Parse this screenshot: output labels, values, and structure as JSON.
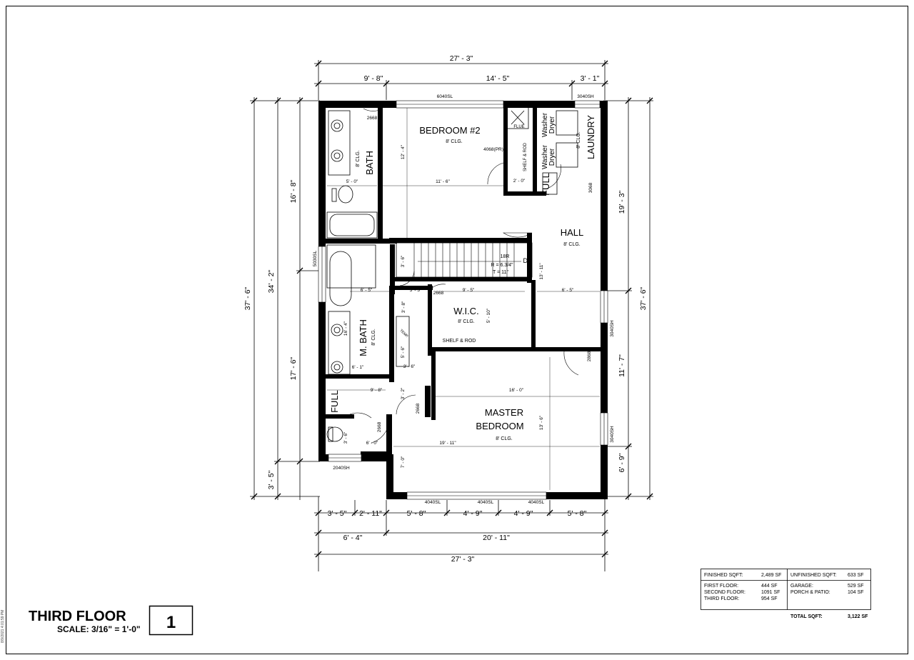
{
  "sheet": {
    "stamp": "8/9/2021 4:01:59 PM"
  },
  "title_block": {
    "title": "THIRD FLOOR",
    "scale": "SCALE: 3/16\" = 1'-0\"",
    "sheet_number": "1"
  },
  "rooms": {
    "bedroom2": {
      "name": "BEDROOM #2",
      "ceiling": "8' CLG."
    },
    "bath": {
      "name": "BATH",
      "ceiling": "8' CLG."
    },
    "laundry": {
      "name": "LAUNDRY",
      "ceiling": "8' CLG."
    },
    "hall": {
      "name": "HALL",
      "ceiling": "8' CLG."
    },
    "wic": {
      "name": "W.I.C.",
      "ceiling": "8' CLG."
    },
    "mbath": {
      "name": "M. BATH",
      "ceiling": "8' CLG."
    },
    "master_line1": "MASTER",
    "master_line2": "BEDROOM",
    "master_ceiling": "8' CLG.",
    "full1": "FULL",
    "full2": "FULL"
  },
  "labels": {
    "washer1": "Washer",
    "dryer1": "Dryer",
    "washer2": "Washer",
    "dryer2": "Dryer",
    "flue": "FLUE",
    "shelf_rod_vertical": "SHELF & ROD",
    "shelf_rod_wic": "SHELF & ROD",
    "stair_dn": "DN",
    "stair_risers": "18R",
    "stair_r": "R = 6.3/4\"",
    "stair_t": "T = 11\"",
    "temp": "TEMP.",
    "clg_bath": "8' CLG.",
    "clg_laundry": "8' CLG."
  },
  "doors_windows": {
    "d_2668_bath": "2668",
    "w_6040sl": "6040SL",
    "w_3040sh_top": "3040SH",
    "d_4068pr": "4068(PR)",
    "d_3068": "3068",
    "w_5030sl": "5030SL",
    "d_2668_wic": "2668",
    "w_3040sh_right1": "3040SH",
    "d_2868": "2868",
    "d_2668_mb1": "2668",
    "d_2668_mb2": "2668",
    "w_3040sh_right2": "3040SH",
    "w_2040sh": "2040SH",
    "w_4040sl_1": "4040SL",
    "w_4040sl_2": "4040SL",
    "w_4040sl_3": "4040SL"
  },
  "interior_dims": {
    "bed2_width": "11' - 6\"",
    "bed2_depth": "12' - 4\"",
    "bath_width": "5' - 0\"",
    "closet_width": "2' - 0\"",
    "stair_side": "3' - 6\"",
    "hall_height": "13' - 11\"",
    "hall_width": "6' - 5\"",
    "mbath_top_width": "6' - 5\"",
    "wic_entry": "3' - 3\"",
    "wic_width": "9' - 5\"",
    "wic_depth": "5' - 10\"",
    "wic_side": "3' - 8\"",
    "mbath_height": "16' - 4\"",
    "shower_h": "5' - 6\"",
    "shower_w": "3' - 6\"",
    "mbath_sink_w": "6' - 1\"",
    "mbath_width": "9' - 8\"",
    "small_3_2": "3' - 2\"",
    "master_width": "16' - 0\"",
    "master_depth": "13' - 6\"",
    "master_full_width": "19' - 11\"",
    "toilet_room_h": "3' - 6\"",
    "toilet_room_w": "6' - 0\"",
    "master_alcove": "7' - 0\""
  },
  "overall_dims": {
    "top_total": "27' - 3\"",
    "top_1": "9' - 8\"",
    "top_2": "14' - 5\"",
    "top_3": "3' - 1\"",
    "left_total": "37' - 6\"",
    "left_mid": "34' - 2\"",
    "left_a": "16' - 8\"",
    "left_b": "17' - 6\"",
    "left_c": "3' - 5\"",
    "right_total": "37' - 6\"",
    "right_a": "19' - 3\"",
    "right_b": "11' - 7\"",
    "right_c": "6' - 9\"",
    "bot_1": "3' - 5\"",
    "bot_2": "2' - 11\"",
    "bot_3": "5' - 8\"",
    "bot_4": "4' - 9\"",
    "bot_5": "4' - 9\"",
    "bot_6": "5' - 8\"",
    "bot_mid_a": "6' - 4\"",
    "bot_mid_b": "20' - 11\"",
    "bot_total": "27' - 3\""
  },
  "area_table": {
    "finished_label": "FINISHED SQFT:",
    "finished_value": "2,489 SF",
    "unfinished_label": "UNFINISHED SQFT:",
    "unfinished_value": "633 SF",
    "first_label": "FIRST FLOOR:",
    "first_value": "444 SF",
    "second_label": "SECOND FLOOR:",
    "second_value": "1091 SF",
    "third_label": "THIRD FLOOR:",
    "third_value": "954 SF",
    "garage_label": "GARAGE:",
    "garage_value": "529 SF",
    "porch_label": "PORCH & PATIO:",
    "porch_value": "104 SF",
    "total_label": "TOTAL SQFT:",
    "total_value": "3,122 SF"
  }
}
